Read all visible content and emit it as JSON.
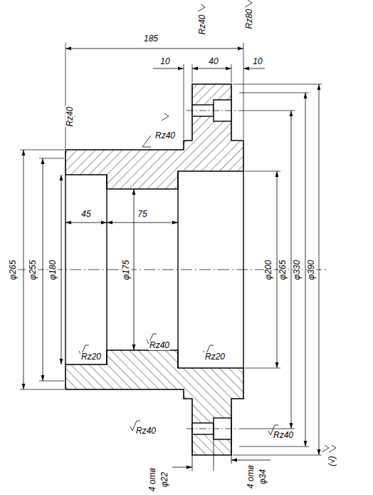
{
  "diagram": {
    "labels": [
      "185",
      "10",
      "40",
      "10",
      "Rz40",
      "Rz80",
      "Rz40",
      "Rz40",
      "45",
      "75",
      "φ265",
      "φ255",
      "φ180",
      "φ175",
      "φ200",
      "φ265",
      "φ330",
      "φ390",
      "Rz20",
      "Rz40",
      "Rz20",
      "Rz40",
      "φ22",
      "4 отв",
      "φ34",
      "4 отв",
      "Rz40",
      "(√)"
    ]
  }
}
